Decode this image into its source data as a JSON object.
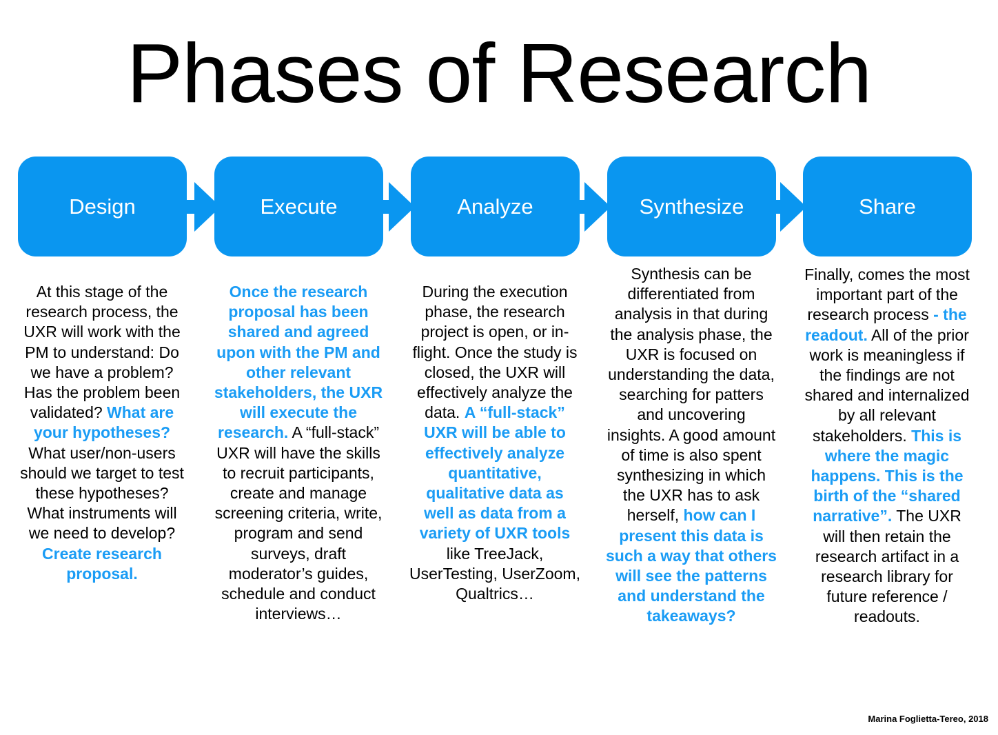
{
  "title": "Phases of Research",
  "colors": {
    "phase_fill": "#0a96f0",
    "highlight_text": "#1a9cf5"
  },
  "phases": [
    {
      "label": "Design",
      "description": [
        {
          "text": "At this stage of the research process, the UXR will work with the PM to understand: Do we have a problem? Has the problem been validated? ",
          "highlight": false
        },
        {
          "text": "What are your hypotheses?",
          "highlight": true
        },
        {
          "text": " What user/non-users should we target to test these hypotheses? What instruments will we need to develop? ",
          "highlight": false
        },
        {
          "text": "Create research proposal.",
          "highlight": true
        }
      ]
    },
    {
      "label": "Execute",
      "description": [
        {
          "text": "Once the research proposal has been shared and agreed upon with the PM and other relevant stakeholders, the UXR will execute the research.",
          "highlight": true
        },
        {
          "text": " A “full-stack” UXR will have the skills to recruit participants, create and manage screening criteria, write, program and send surveys, draft moderator’s guides, schedule and conduct interviews…",
          "highlight": false
        }
      ]
    },
    {
      "label": "Analyze",
      "description": [
        {
          "text": "During the execution phase, the research project is open, or in-flight. Once the study is closed, the UXR will effectively analyze the data. ",
          "highlight": false
        },
        {
          "text": "A “full-stack” UXR will be able to effectively analyze quantitative, qualitative data as well as data from a variety of UXR tools",
          "highlight": true
        },
        {
          "text": " like TreeJack, UserTesting, UserZoom, Qualtrics…",
          "highlight": false
        }
      ]
    },
    {
      "label": "Synthesize",
      "description": [
        {
          "text": "Synthesis can be differentiated from analysis in that during the analysis phase, the UXR is focused on understanding the data, searching for patters and uncovering insights. A good amount of time is also spent synthesizing in which the UXR has to ask herself, ",
          "highlight": false
        },
        {
          "text": "how can I present this data is such a way that others will see the patterns and understand the takeaways?",
          "highlight": true
        }
      ]
    },
    {
      "label": "Share",
      "description": [
        {
          "text": "Finally, comes the most important part of the research process ",
          "highlight": false
        },
        {
          "text": "- the readout.",
          "highlight": true
        },
        {
          "text": " All of the prior work is meaningless if the findings are not shared and internalized by all relevant stakeholders. ",
          "highlight": false
        },
        {
          "text": "This is where the magic happens. This is the birth of the “shared narrative”.",
          "highlight": true
        },
        {
          "text": " The UXR will then retain the research artifact in a research library for future reference / readouts.",
          "highlight": false
        }
      ]
    }
  ],
  "credit": "Marina Foglietta-Tereo, 2018"
}
